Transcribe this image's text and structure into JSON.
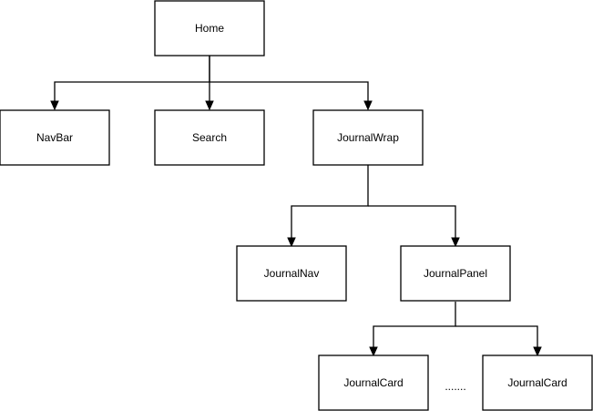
{
  "nodes": {
    "home": "Home",
    "navbar": "NavBar",
    "search": "Search",
    "journalwrap": "JournalWrap",
    "journalnav": "JournalNav",
    "journalpanel": "JournalPanel",
    "journalcard_1": "JournalCard",
    "journalcard_2": "JournalCard"
  },
  "ellipsis": ".......",
  "colors": {
    "stroke": "#000000",
    "fill": "#ffffff",
    "background": "#ffffff"
  }
}
